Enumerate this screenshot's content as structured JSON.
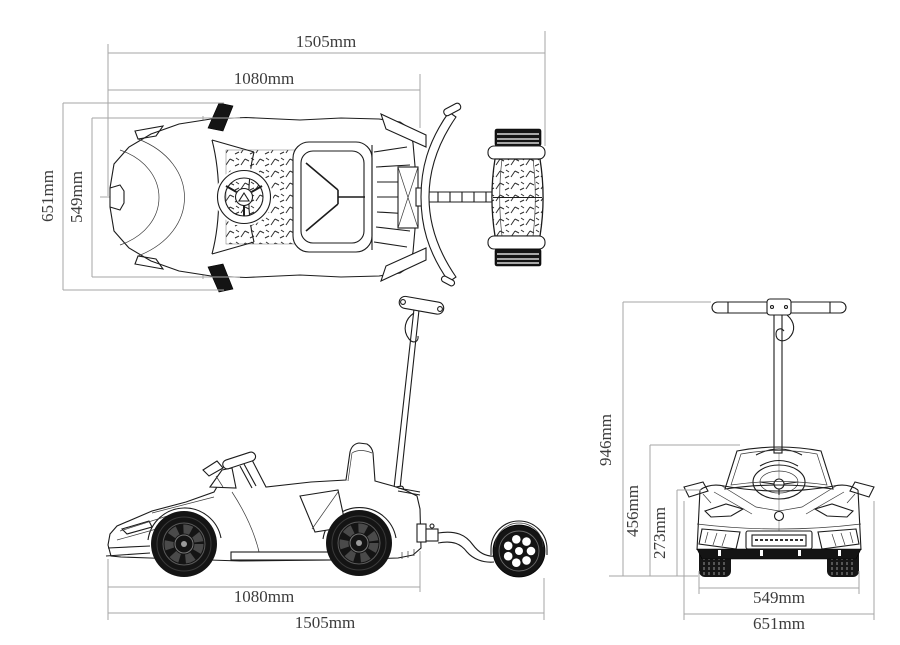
{
  "page": {
    "background": "#ffffff"
  },
  "palette": {
    "line_color": "#1c1c1c",
    "dark_fill": "#141414",
    "dimension_line_color": "#a6a6a6",
    "dimension_text_color": "#3c3c3c"
  },
  "dimensions": {
    "top_view": {
      "overall_length": "1505mm",
      "body_length": "1080mm",
      "overall_width": "651mm",
      "body_width": "549mm"
    },
    "side_view": {
      "body_length": "1080mm",
      "overall_length": "1505mm"
    },
    "front_view": {
      "overall_height": "946mm",
      "cowl_height": "456mm",
      "hood_height": "273mm",
      "track_width": "549mm",
      "overall_width": "651mm"
    }
  }
}
